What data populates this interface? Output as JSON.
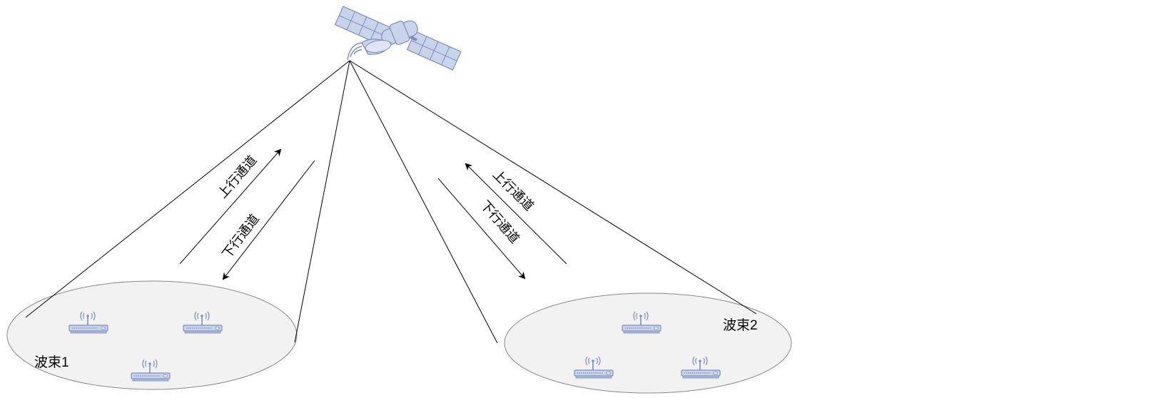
{
  "labels": {
    "beam1": "波束1",
    "beam2": "波束2",
    "left_uplink": "上行通道",
    "left_downlink": "下行通道",
    "right_uplink": "上行通道",
    "right_downlink": "下行通道"
  },
  "icons": {
    "satellite": "satellite-icon",
    "terminal": "router-terminal-icon"
  },
  "colors": {
    "icon_fill": "#c9d3ea",
    "icon_stroke": "#7e8dbf",
    "beam_fill": "#f2f2f2",
    "beam_stroke": "#888888",
    "line": "#000000"
  },
  "beams": [
    {
      "name": "beam1",
      "terminal_count": 3
    },
    {
      "name": "beam2",
      "terminal_count": 3
    }
  ]
}
